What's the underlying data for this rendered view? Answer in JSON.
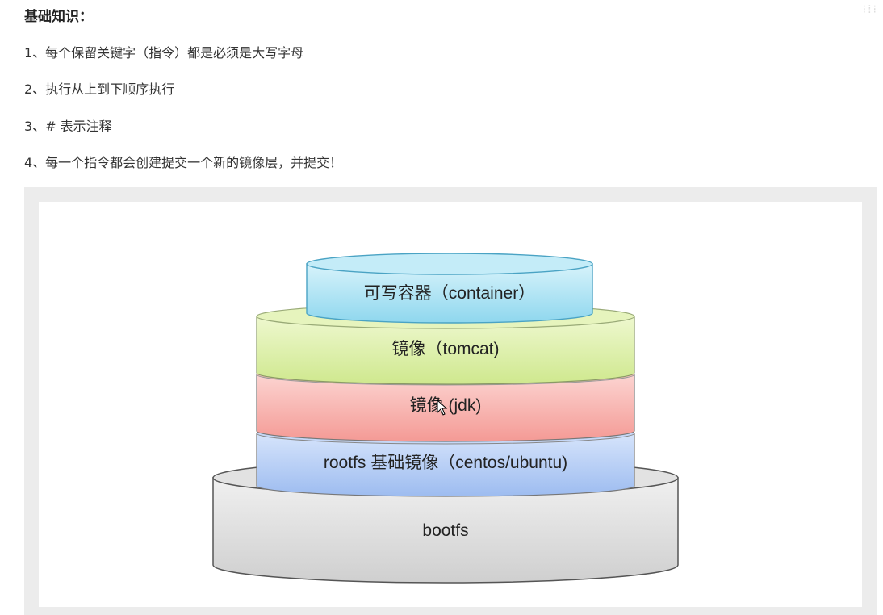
{
  "heading": "基础知识：",
  "rules": [
    "1、每个保留关键字（指令）都是必须是大写字母",
    "2、执行从上到下顺序执行",
    "3、# 表示注释",
    "4、每一个指令都会创建提交一个新的镜像层，并提交！"
  ],
  "diagram": {
    "layers": {
      "container": "可写容器（container）",
      "tomcat": "镜像（tomcat)",
      "jdk": "镜像 (jdk)",
      "rootfs": "rootfs 基础镜像（centos/ubuntu)",
      "bootfs": "bootfs"
    },
    "colors": {
      "container": "#a8e2f2",
      "tomcat": "#d8ef9f",
      "jdk": "#f8aaa6",
      "rootfs": "#b0caf4",
      "bootfs": "#d6d6d6"
    }
  }
}
